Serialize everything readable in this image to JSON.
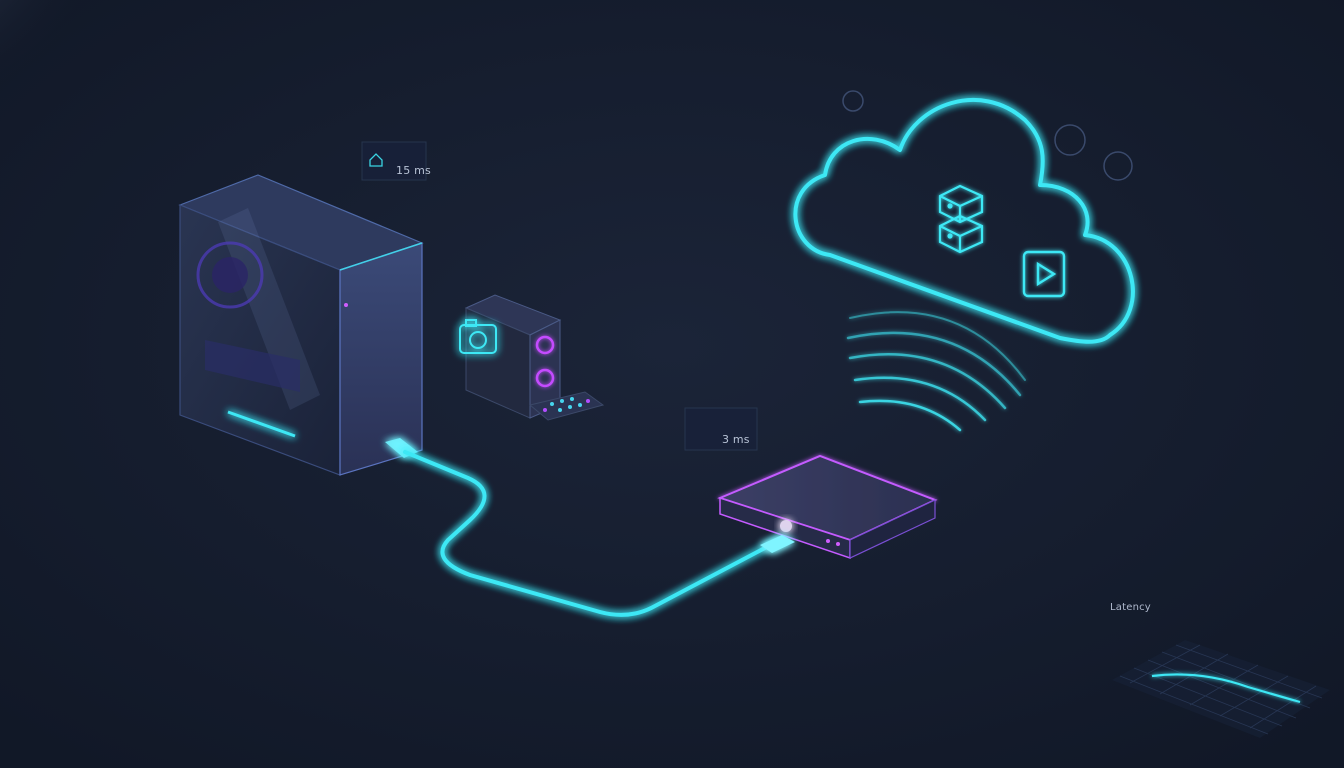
{
  "labels": {
    "pc_latency": "15 ms",
    "router_latency": "3 ms"
  },
  "latency_chart": {
    "title": "Latency"
  },
  "colors": {
    "background": "#141c2e",
    "cyan_glow": "#3ee8f5",
    "violet_glow": "#b24dff",
    "panel_stroke": "#2a3a55"
  },
  "icons": {
    "pc": "pc-tower-icon",
    "speaker": "camera-speaker-icon",
    "router": "router-icon",
    "cloud": "cloud-icon",
    "server": "server-stack-icon",
    "play": "play-icon",
    "wifi": "wifi-signal-icon",
    "home": "home-icon"
  }
}
